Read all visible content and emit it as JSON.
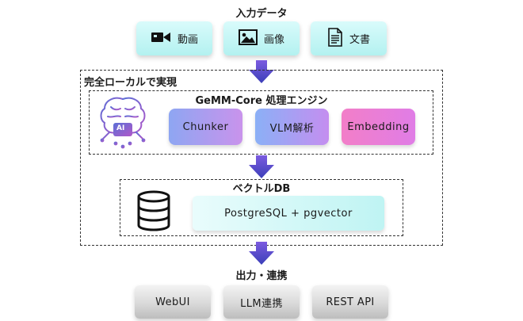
{
  "input": {
    "title": "入力データ",
    "items": [
      {
        "label": "動画",
        "icon": "video-icon"
      },
      {
        "label": "画像",
        "icon": "image-icon"
      },
      {
        "label": "文書",
        "icon": "document-icon"
      }
    ]
  },
  "local": {
    "title": "完全ローカルで実現",
    "engine": {
      "title": "GeMM-Core 処理エンジン",
      "icon": "ai-brain-icon",
      "chip_text": "AI",
      "modules": [
        "Chunker",
        "VLM解析",
        "Embedding"
      ]
    },
    "vector": {
      "title": "ベクトルDB",
      "icon": "database-icon",
      "store": "PostgreSQL + pgvector"
    }
  },
  "output": {
    "title": "出力・連携",
    "items": [
      "WebUI",
      "LLM連携",
      "REST API"
    ]
  },
  "colors": {
    "arrow": "#5a45c8",
    "input_tile": "#c4f5f4",
    "vector_store": "#c9f7f7"
  }
}
